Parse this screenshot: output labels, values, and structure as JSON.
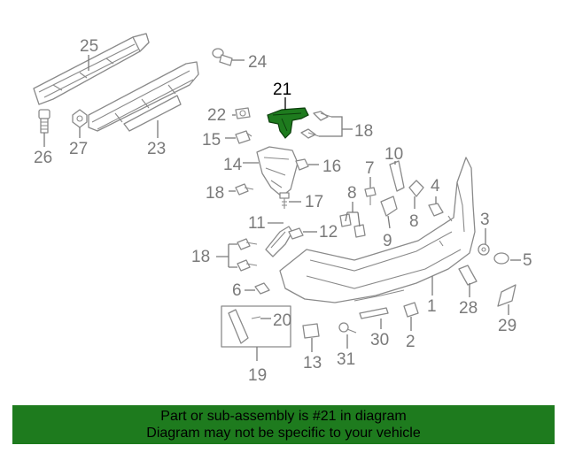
{
  "diagram": {
    "highlight_label": "21",
    "labels": {
      "p1": "1",
      "p2": "2",
      "p3": "3",
      "p4": "4",
      "p5": "5",
      "p6": "6",
      "p7": "7",
      "p8a": "8",
      "p8b": "8",
      "p8c": "8",
      "p9": "9",
      "p10": "10",
      "p11": "11",
      "p12": "12",
      "p13": "13",
      "p14": "14",
      "p15": "15",
      "p16": "16",
      "p17": "17",
      "p18a": "18",
      "p18b": "18",
      "p18c": "18",
      "p19": "19",
      "p20": "20",
      "p22": "22",
      "p23": "23",
      "p24": "24",
      "p25": "25",
      "p26": "26",
      "p27": "27",
      "p28": "28",
      "p29": "29",
      "p30": "30",
      "p31": "31"
    }
  },
  "footer": {
    "line1": "Part or sub-assembly is #21 in diagram",
    "line2": "Diagram may not be specific to your vehicle"
  },
  "colors": {
    "highlight_part": "#1e7b1e",
    "footer_background": "#1e7b1e"
  }
}
